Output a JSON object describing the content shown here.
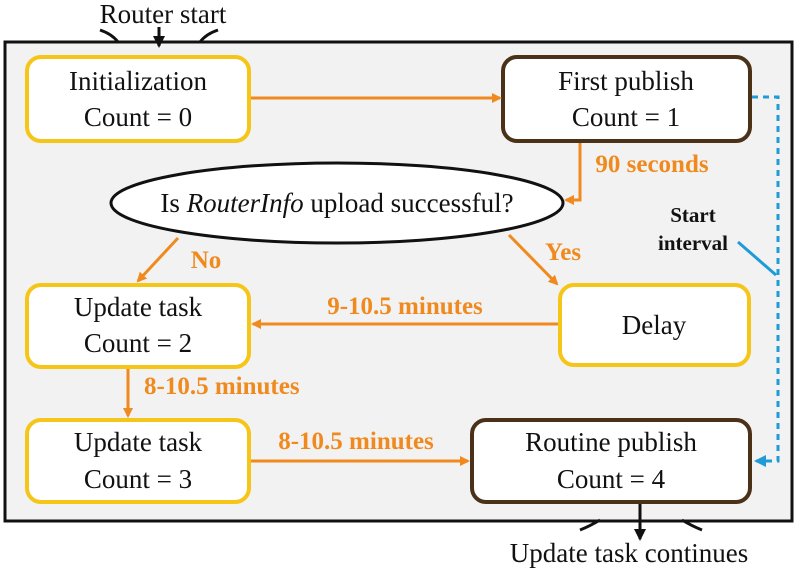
{
  "top_label": "Router start",
  "bottom_label": "Update task continues",
  "nodes": {
    "init": {
      "line1": "Initialization",
      "line2": "Count = 0"
    },
    "first_publish": {
      "line1": "First publish",
      "line2": "Count = 1"
    },
    "decision": {
      "prefix": "Is ",
      "emphasis": "RouterInfo",
      "suffix": " upload successful?"
    },
    "update2": {
      "line1": "Update task",
      "line2": "Count = 2"
    },
    "delay": {
      "line1": "Delay"
    },
    "update3": {
      "line1": "Update task",
      "line2": "Count = 3"
    },
    "routine": {
      "line1": "Routine publish",
      "line2": "Count = 4"
    }
  },
  "edge_labels": {
    "ninety_seconds": "90 seconds",
    "no": "No",
    "yes": "Yes",
    "delay_to_update": "9-10.5 minutes",
    "update2_to_update3": "8-10.5 minutes",
    "update3_to_routine": "8-10.5 minutes"
  },
  "note": {
    "line1": "Start",
    "line2": "interval"
  },
  "colors": {
    "panel_fill": "#f2f2f2",
    "panel_border": "#111111",
    "yellow_border": "#f5c518",
    "brown_border": "#4a3118",
    "arrow_orange": "#f08a1e",
    "dashed_blue": "#1f9bd7"
  }
}
